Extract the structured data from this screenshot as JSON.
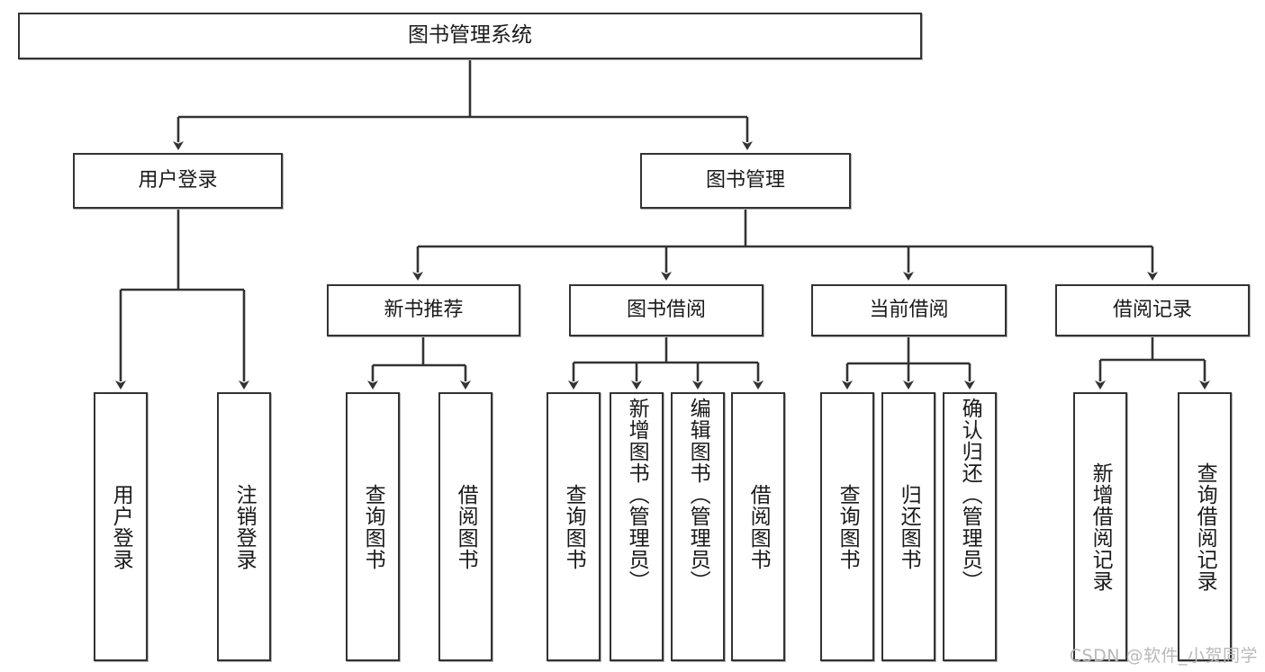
{
  "diagram": {
    "type": "tree-hierarchy-chart",
    "title": "图书管理系统",
    "watermark": "CSDN @软件_小贺同学",
    "colors": {
      "box_border": "#333333",
      "box_fill": "#ffffff",
      "edge": "#333333",
      "text": "#1a1a1a",
      "watermark": "#b9b9b9"
    },
    "nodes": {
      "root": {
        "id": "root",
        "label": "图书管理系统",
        "level": 1
      },
      "level2": [
        {
          "id": "user-login",
          "label": "用户登录",
          "level": 2
        },
        {
          "id": "book-manage",
          "label": "图书管理",
          "level": 2
        }
      ],
      "level3": [
        {
          "id": "new-book-rec",
          "label": "新书推荐",
          "level": 3,
          "parent": "book-manage"
        },
        {
          "id": "book-borrow",
          "label": "图书借阅",
          "level": 3,
          "parent": "book-manage"
        },
        {
          "id": "current-borrow",
          "label": "当前借阅",
          "level": 3,
          "parent": "book-manage"
        },
        {
          "id": "borrow-record",
          "label": "借阅记录",
          "level": 3,
          "parent": "book-manage"
        }
      ],
      "leaves": [
        {
          "id": "leaf-user-login",
          "label": "用户登录",
          "parent": "user-login"
        },
        {
          "id": "leaf-logout",
          "label": "注销登录",
          "parent": "user-login"
        },
        {
          "id": "leaf-query-book-1",
          "label": "查询图书",
          "parent": "new-book-rec"
        },
        {
          "id": "leaf-borrow-book-1",
          "label": "借阅图书",
          "parent": "new-book-rec"
        },
        {
          "id": "leaf-query-book-2",
          "label": "查询图书",
          "parent": "book-borrow"
        },
        {
          "id": "leaf-add-book",
          "label": "新增图书（管理员）",
          "parent": "book-borrow"
        },
        {
          "id": "leaf-edit-book",
          "label": "编辑图书（管理员）",
          "parent": "book-borrow"
        },
        {
          "id": "leaf-borrow-book-2",
          "label": "借阅图书",
          "parent": "book-borrow"
        },
        {
          "id": "leaf-query-book-3",
          "label": "查询图书",
          "parent": "current-borrow"
        },
        {
          "id": "leaf-return-book",
          "label": "归还图书",
          "parent": "current-borrow"
        },
        {
          "id": "leaf-confirm-return",
          "label": "确认归还（管理员）",
          "parent": "current-borrow"
        },
        {
          "id": "leaf-add-record",
          "label": "新增借阅记录",
          "parent": "borrow-record"
        },
        {
          "id": "leaf-query-record",
          "label": "查询借阅记录",
          "parent": "borrow-record"
        }
      ]
    }
  }
}
